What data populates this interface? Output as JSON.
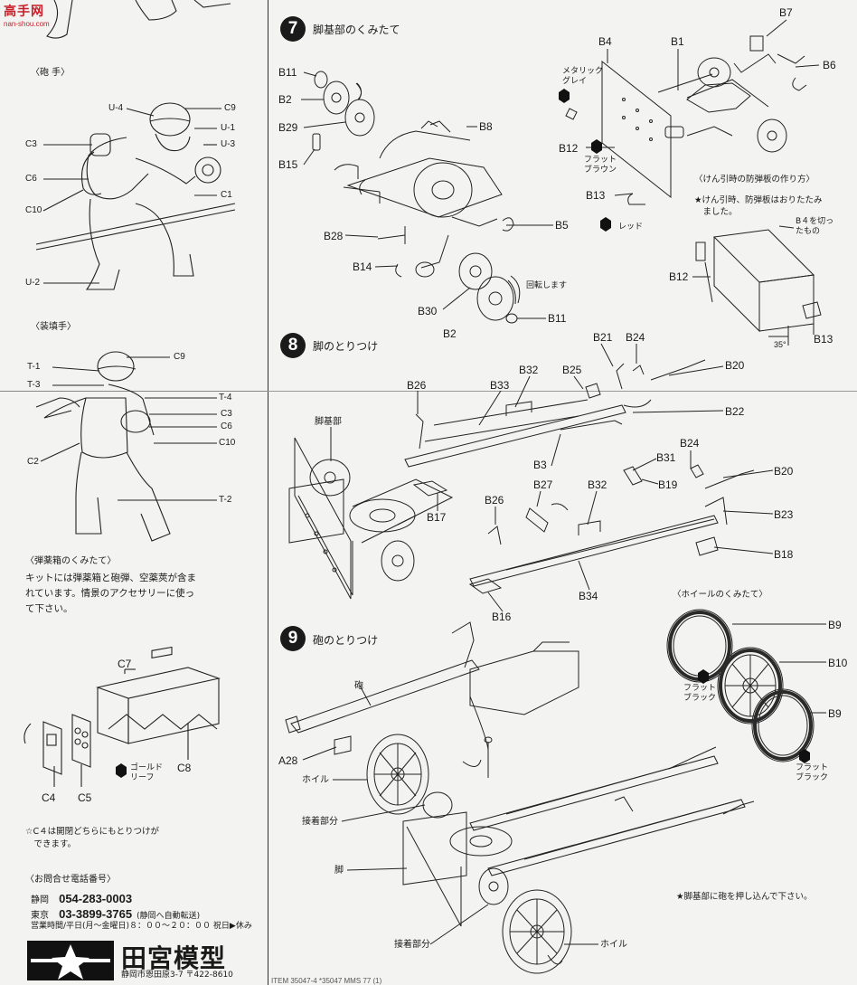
{
  "watermark": {
    "title": "高手网",
    "url": "nan-shou.com"
  },
  "left": {
    "gunner": {
      "heading": "〈砲 手〉",
      "labels": [
        "U-4",
        "C9",
        "U-1",
        "U-3",
        "C3",
        "C6",
        "C1",
        "C10",
        "U-2"
      ]
    },
    "loader": {
      "heading": "〈装填手〉",
      "labels": [
        "C9",
        "T-1",
        "T-3",
        "T-4",
        "C3",
        "C6",
        "C10",
        "C2",
        "T-2"
      ]
    },
    "ammo": {
      "heading": "〈弾薬箱のくみたて〉",
      "text": [
        "キットには弾薬箱と砲弾、空薬莢が含ま",
        "れています。情景のアクセサリーに使っ",
        "て下さい。"
      ],
      "labels": {
        "c7": "C7",
        "c8": "C8",
        "c4": "C4",
        "c5": "C5"
      },
      "paint": {
        "line1": "ゴールド",
        "line2": "リーフ"
      },
      "note": [
        "☆C４は開閉どちらにもとりつけが",
        "　できます。"
      ]
    },
    "contact": {
      "heading": "〈お問合せ電話番号〉",
      "shizuoka_label": "静岡",
      "shizuoka_num": "054-283-0003",
      "tokyo_label": "東京",
      "tokyo_num": "03-3899-3765",
      "tokyo_note": "(静岡へ自動転送)",
      "hours": "営業時間/平日(月～金曜日)８：００～２０：００ 祝日▶休み",
      "company": "田宮模型",
      "address": "静岡市恩田原3-7 〒422-8610"
    }
  },
  "step7": {
    "num": "7",
    "title": "脚基部のくみたて",
    "labels": [
      "B11",
      "B2",
      "B29",
      "B15",
      "B8",
      "B28",
      "B14",
      "B5",
      "B30",
      "B2",
      "B11",
      "B4",
      "B1",
      "B7",
      "B6",
      "B12",
      "B13"
    ],
    "rotate_note": "回転します",
    "paint_metal": [
      "メタリック",
      "グレイ"
    ],
    "paint_flat_brown": [
      "フラット",
      "ブラウン"
    ],
    "paint_red": "レッド",
    "shield_heading": "〈けん引時の防弾板の作り方〉",
    "shield_note": [
      "★けん引時、防弾板はおりたたみ",
      "　ました。"
    ],
    "shield_labels": {
      "b12": "B12",
      "b13": "B13",
      "angle": "35°",
      "cut": [
        "B４を切っ",
        "たもの"
      ]
    }
  },
  "step8": {
    "num": "8",
    "title": "脚のとりつけ",
    "base_label": "脚基部",
    "labels": [
      "B21",
      "B24",
      "B20",
      "B32",
      "B25",
      "B26",
      "B33",
      "B22",
      "B24",
      "B31",
      "B3",
      "B20",
      "B27",
      "B19",
      "B32",
      "B26",
      "B23",
      "B18",
      "B17",
      "B34",
      "B16"
    ]
  },
  "step9": {
    "num": "9",
    "title": "砲のとりつけ",
    "wheel_heading": "〈ホイールのくみたて〉",
    "wheel_labels": [
      "B9",
      "B10",
      "B9"
    ],
    "paint_flat_black": [
      "フラット",
      "ブラック"
    ],
    "labels": {
      "gun": "砲",
      "a28": "A28",
      "wheel": "ホイル",
      "joint": "接着部分",
      "leg": "脚",
      "wheel2": "ホイル",
      "joint2": "接着部分"
    },
    "note": "★脚基部に砲を押し込んで下さい。"
  },
  "footer": "ITEM 35047-4 *35047 MMS 77 (1)"
}
